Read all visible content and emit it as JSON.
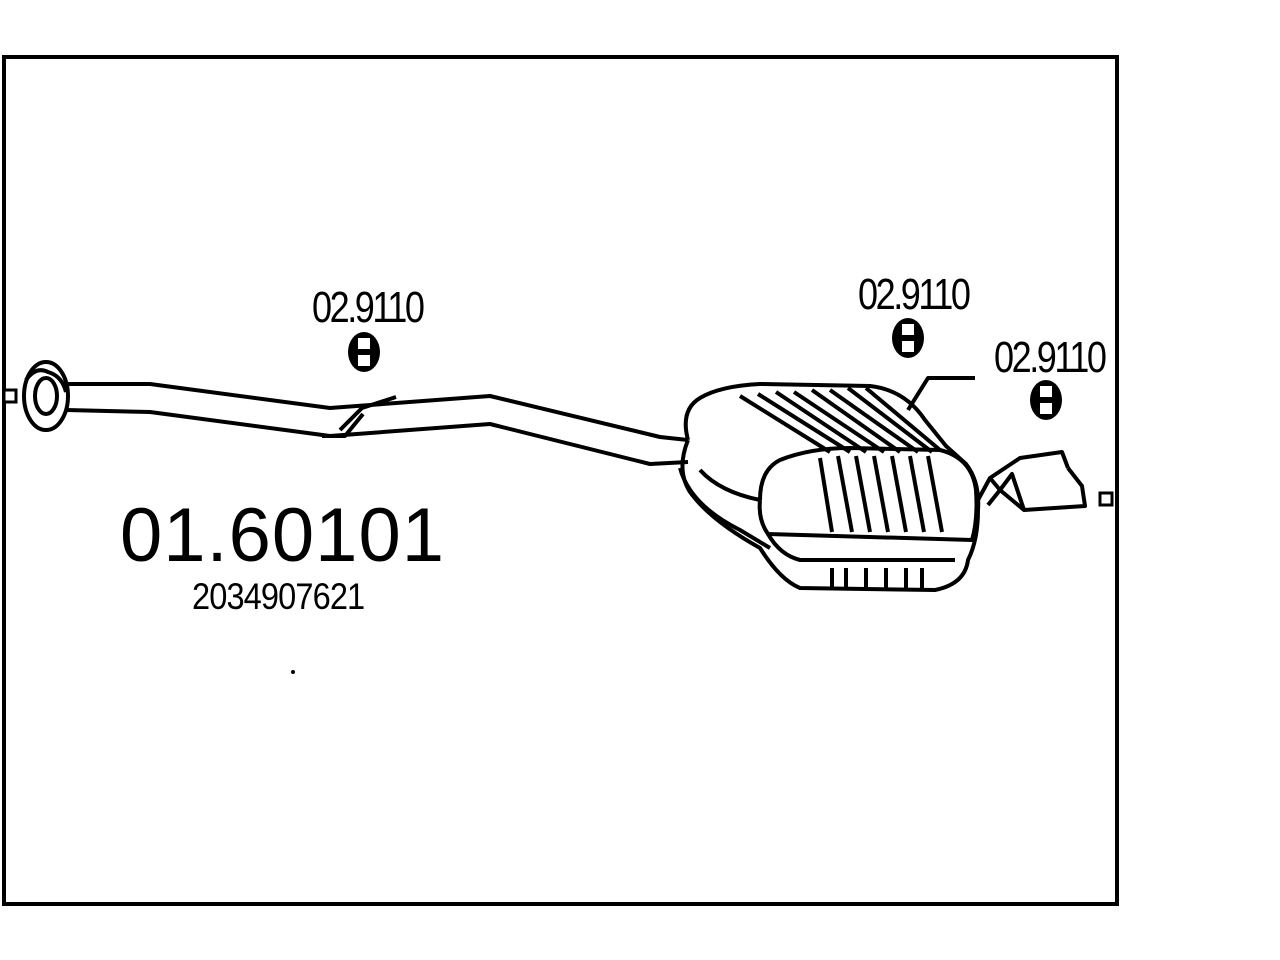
{
  "diagram": {
    "main_part_number": "01.60101",
    "oe_number": "2034907621",
    "hangers": [
      {
        "label": "02.9110"
      },
      {
        "label": "02.9110"
      },
      {
        "label": "02.9110"
      }
    ],
    "colors": {
      "line": "#000000",
      "background": "#ffffff"
    },
    "icons": [
      "pipe-flange-icon",
      "rubber-hanger-icon",
      "muffler-icon",
      "tailpipe-icon"
    ]
  }
}
